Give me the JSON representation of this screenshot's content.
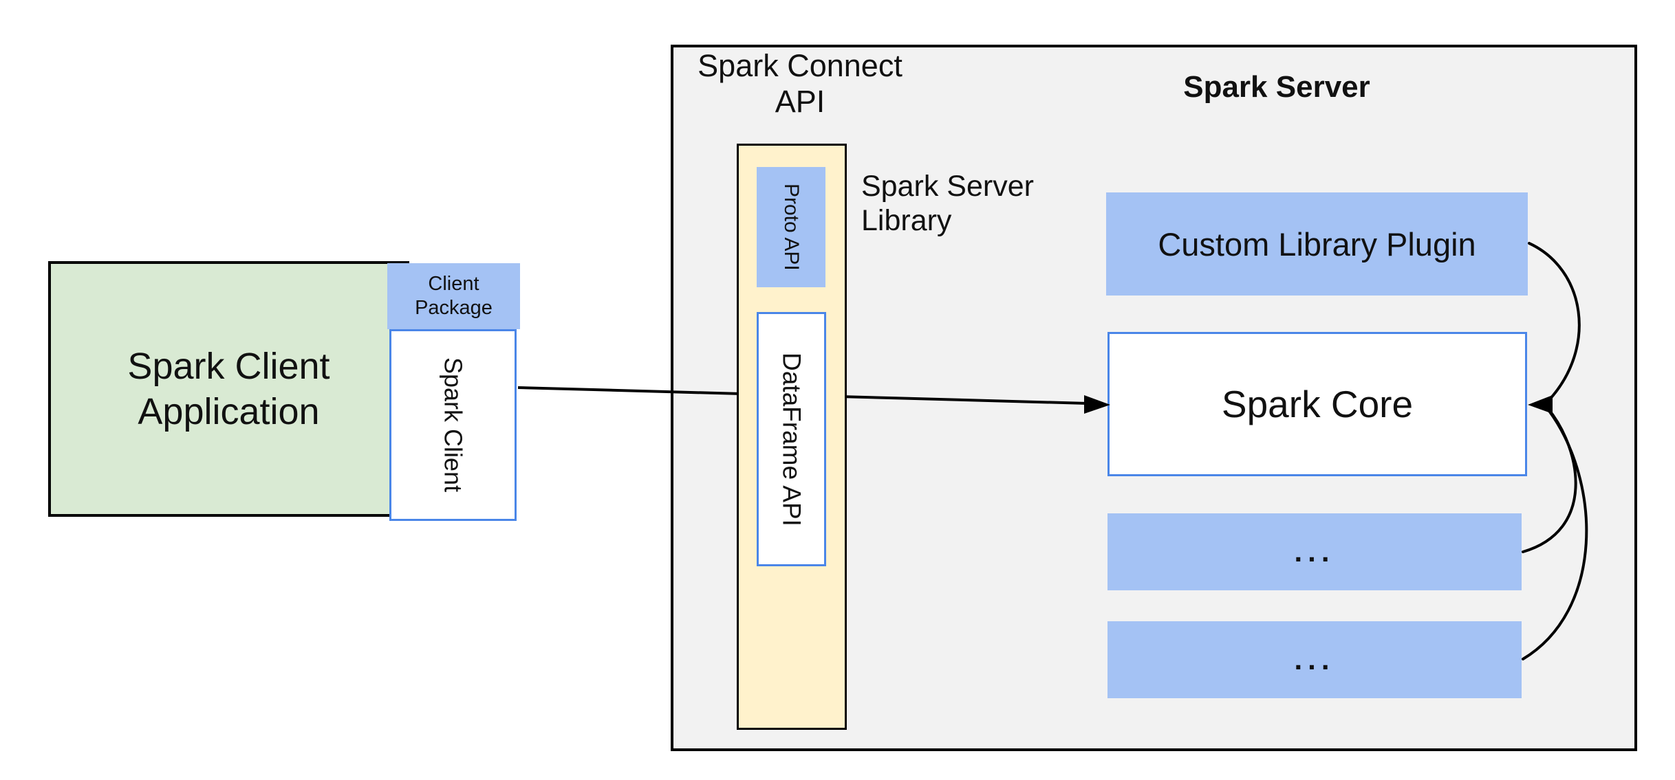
{
  "colors": {
    "green_fill": "#d9ead3",
    "blue_fill": "#a4c2f4",
    "yellow_fill": "#fff2cc",
    "server_fill": "#f2f2f2",
    "blue_border": "#4a86e8",
    "outline": "#000000",
    "text": "#111111"
  },
  "client_application": {
    "label_line1": "Spark Client",
    "label_line2": "Application"
  },
  "client_package": {
    "label_line1": "Client",
    "label_line2": "Package"
  },
  "spark_client": {
    "label": "Spark Client"
  },
  "spark_connect_api": {
    "label_line1": "Spark Connect",
    "label_line2": "API"
  },
  "server": {
    "title": "Spark Server"
  },
  "spark_server_library": {
    "label_line1": "Spark Server",
    "label_line2": "Library"
  },
  "proto_api": {
    "label": "Proto API"
  },
  "dataframe_api": {
    "label": "DataFrame API"
  },
  "custom_library_plugin": {
    "label": "Custom Library Plugin"
  },
  "spark_core": {
    "label": "Spark Core"
  },
  "plugin_placeholder_1": {
    "label": "..."
  },
  "plugin_placeholder_2": {
    "label": "..."
  }
}
